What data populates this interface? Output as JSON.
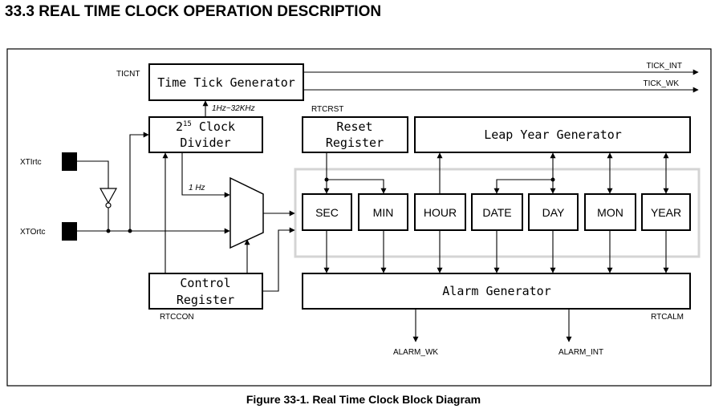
{
  "heading": "33.3 REAL TIME CLOCK OPERATION DESCRIPTION",
  "caption": "Figure 33-1. Real Time Clock Block Diagram",
  "blocks": {
    "time_tick_generator": "Time Tick Generator",
    "clock_divider_base": "2",
    "clock_divider_exp": "15",
    "clock_divider_line1_rest": " Clock",
    "clock_divider_line2": "Divider",
    "control_register_line1": "Control",
    "control_register_line2": "Register",
    "reset_register_line1": "Reset",
    "reset_register_line2": "Register",
    "leap_year_generator": "Leap Year Generator",
    "alarm_generator": "Alarm Generator"
  },
  "counters": [
    "SEC",
    "MIN",
    "HOUR",
    "DATE",
    "DAY",
    "MON",
    "YEAR"
  ],
  "labels": {
    "ticnt": "TICNT",
    "tick_int": "TICK_INT",
    "tick_wk": "TICK_WK",
    "rtcrst": "RTCRST",
    "freq_range": "1Hz~32KHz",
    "one_hz": "1 Hz",
    "xtirtc": "XTIrtc",
    "xtortc": "XTOrtc",
    "rtccon": "RTCCON",
    "rtcalm": "RTCALM",
    "alarm_wk": "ALARM_WK",
    "alarm_int": "ALARM_INT"
  }
}
